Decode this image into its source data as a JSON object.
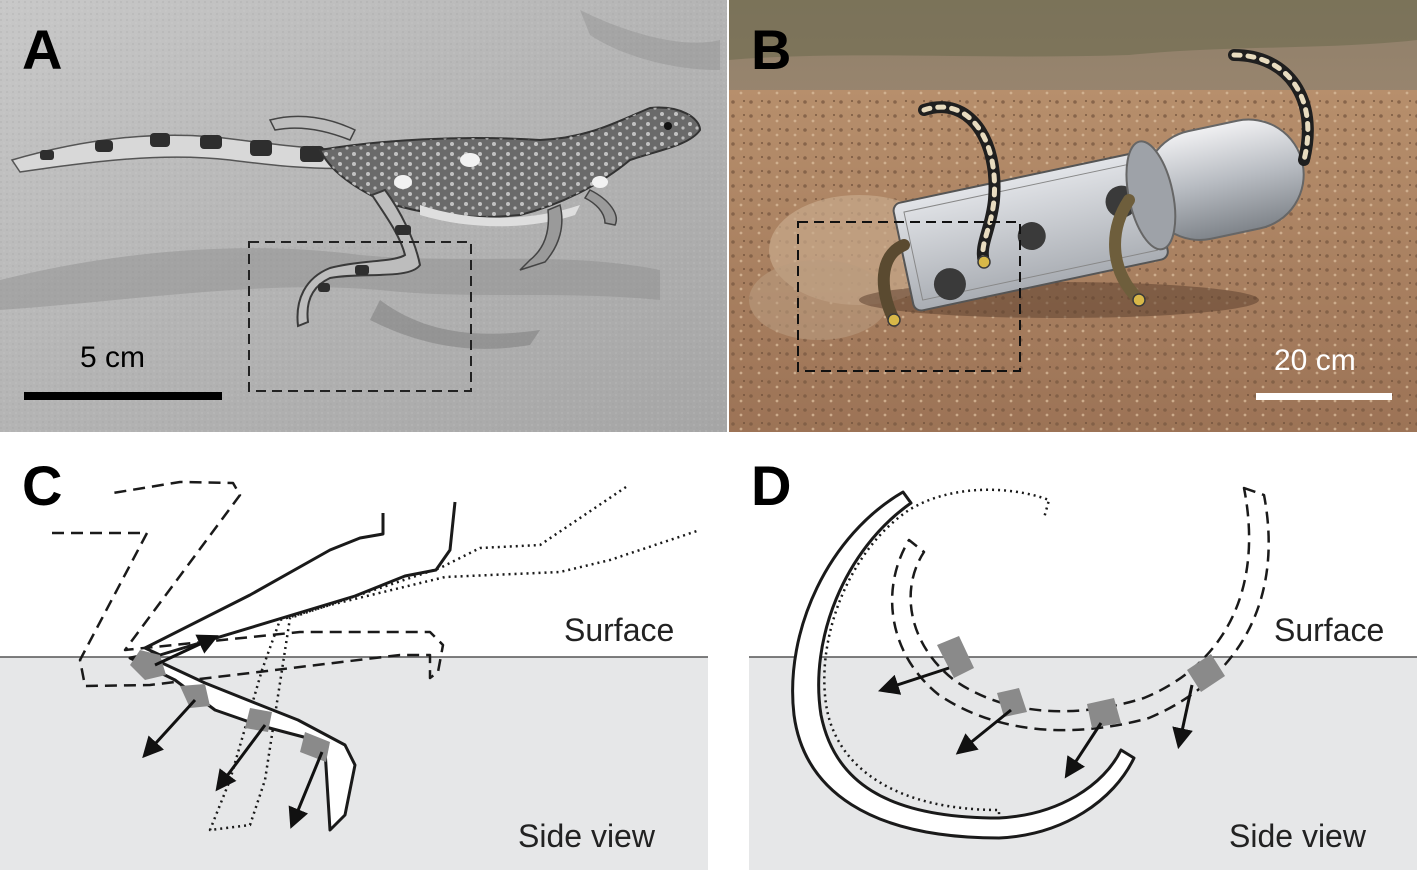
{
  "figure": {
    "panels": [
      {
        "id": "A",
        "label": "A",
        "scale_bar": "5 cm"
      },
      {
        "id": "B",
        "label": "B",
        "scale_bar": "20 cm"
      },
      {
        "id": "C",
        "label": "C",
        "surface_label": "Surface",
        "view_label": "Side view"
      },
      {
        "id": "D",
        "label": "D",
        "surface_label": "Surface",
        "view_label": "Side view"
      }
    ]
  },
  "colors": {
    "sand_photo": "#b8b8b8",
    "desert_photo": "#a88468",
    "ground_fill": "#e6e7e8",
    "segment_fill": "#8a8a8a",
    "line": "#1a1a1a"
  }
}
